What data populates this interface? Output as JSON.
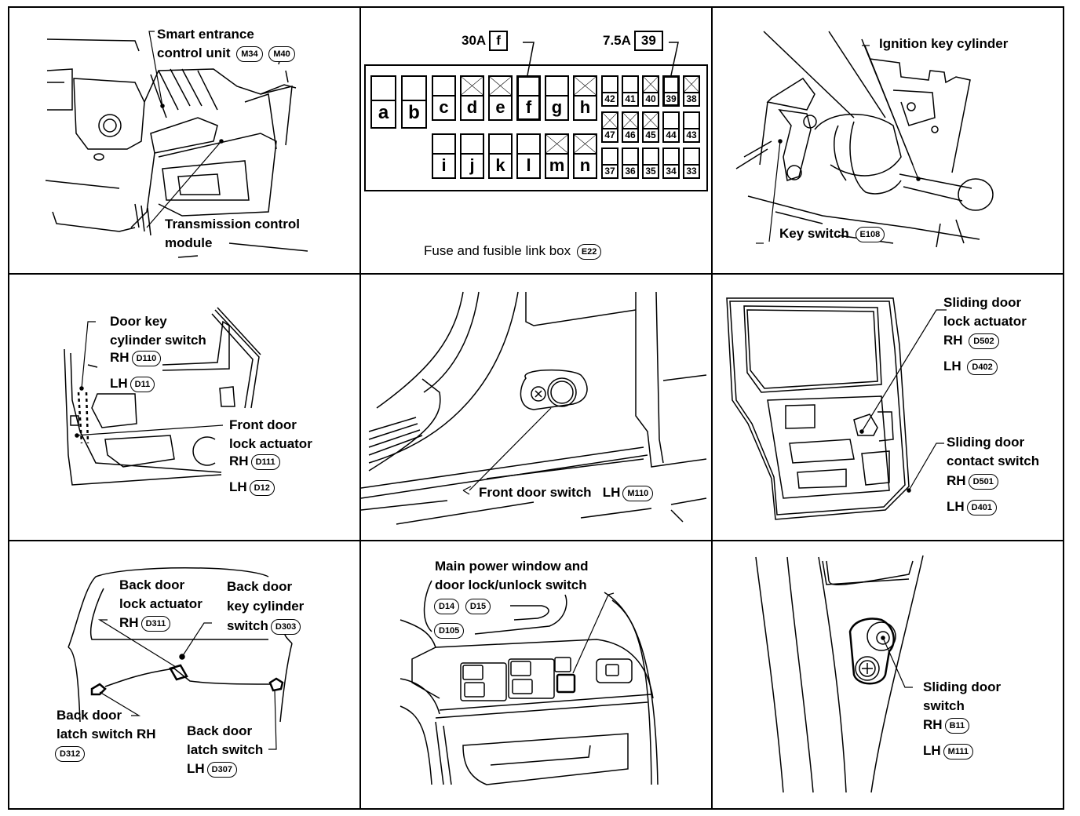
{
  "panels": {
    "p1": {
      "smart_entrance_label_1": "Smart entrance",
      "smart_entrance_label_2": "control unit",
      "smart_entrance_connectors": [
        "M34",
        "M40"
      ],
      "tcm_label_1": "Transmission control",
      "tcm_label_2": "module"
    },
    "p2": {
      "callout_f_amp": "30A",
      "callout_f_id": "f",
      "callout_39_amp": "7.5A",
      "callout_39_id": "39",
      "caption": "Fuse and fusible link box",
      "connector": "E22",
      "large_row1": [
        {
          "id": "a",
          "crossed": false,
          "highlight": false
        },
        {
          "id": "b",
          "crossed": false,
          "highlight": false
        }
      ],
      "med_row1": [
        {
          "id": "c",
          "crossed": false,
          "highlight": false
        },
        {
          "id": "d",
          "crossed": true,
          "highlight": false
        },
        {
          "id": "e",
          "crossed": true,
          "highlight": false
        },
        {
          "id": "f",
          "crossed": false,
          "highlight": true
        },
        {
          "id": "g",
          "crossed": false,
          "highlight": false
        },
        {
          "id": "h",
          "crossed": true,
          "highlight": false
        }
      ],
      "med_row2": [
        {
          "id": "i",
          "crossed": false,
          "highlight": false
        },
        {
          "id": "j",
          "crossed": false,
          "highlight": false
        },
        {
          "id": "k",
          "crossed": false,
          "highlight": false
        },
        {
          "id": "l",
          "crossed": false,
          "highlight": false
        },
        {
          "id": "m",
          "crossed": true,
          "highlight": false
        },
        {
          "id": "n",
          "crossed": true,
          "highlight": false
        }
      ],
      "small_rows": [
        [
          {
            "id": "42",
            "crossed": false,
            "highlight": false
          },
          {
            "id": "41",
            "crossed": false,
            "highlight": false
          },
          {
            "id": "40",
            "crossed": true,
            "highlight": false
          },
          {
            "id": "39",
            "crossed": false,
            "highlight": true
          },
          {
            "id": "38",
            "crossed": true,
            "highlight": false
          }
        ],
        [
          {
            "id": "47",
            "crossed": true,
            "highlight": false
          },
          {
            "id": "46",
            "crossed": true,
            "highlight": false
          },
          {
            "id": "45",
            "crossed": true,
            "highlight": false
          },
          {
            "id": "44",
            "crossed": false,
            "highlight": false
          },
          {
            "id": "43",
            "crossed": false,
            "highlight": false
          }
        ],
        [
          {
            "id": "37",
            "crossed": false,
            "highlight": false
          },
          {
            "id": "36",
            "crossed": false,
            "highlight": false
          },
          {
            "id": "35",
            "crossed": false,
            "highlight": false
          },
          {
            "id": "34",
            "crossed": false,
            "highlight": false
          },
          {
            "id": "33",
            "crossed": false,
            "highlight": false
          }
        ]
      ]
    },
    "p3": {
      "ignition_label": "Ignition key cylinder",
      "key_switch_label": "Key switch",
      "key_switch_connector": "E108"
    },
    "p4": {
      "door_key_label_1": "Door key",
      "door_key_label_2": "cylinder switch",
      "door_key_rh": "RH",
      "door_key_rh_conn": "D110",
      "door_key_lh": "LH",
      "door_key_lh_conn": "D11",
      "actuator_label_1": "Front door",
      "actuator_label_2": "lock actuator",
      "actuator_rh": "RH",
      "actuator_rh_conn": "D111",
      "actuator_lh": "LH",
      "actuator_lh_conn": "D12"
    },
    "p5": {
      "switch_label": "Front door switch",
      "side": "LH",
      "connector": "M110"
    },
    "p6": {
      "actuator_label_1": "Sliding door",
      "actuator_label_2": "lock actuator",
      "actuator_rh": "RH",
      "actuator_rh_conn": "D502",
      "actuator_lh": "LH",
      "actuator_lh_conn": "D402",
      "contact_label_1": "Sliding door",
      "contact_label_2": "contact switch",
      "contact_rh": "RH",
      "contact_rh_conn": "D501",
      "contact_lh": "LH",
      "contact_lh_conn": "D401"
    },
    "p7": {
      "lock_actuator_1": "Back door",
      "lock_actuator_2": "lock actuator",
      "lock_actuator_rh": "RH",
      "lock_actuator_conn": "D311",
      "key_cyl_1": "Back door",
      "key_cyl_2": "key cylinder",
      "key_cyl_3": "switch",
      "key_cyl_conn": "D303",
      "latch_rh_1": "Back door",
      "latch_rh_2": "latch switch RH",
      "latch_rh_conn": "D312",
      "latch_lh_1": "Back door",
      "latch_lh_2": "latch switch",
      "latch_lh_side": "LH",
      "latch_lh_conn": "D307"
    },
    "p8": {
      "label_1": "Main power window and",
      "label_2": "door lock/unlock switch",
      "connectors": [
        "D14",
        "D15",
        "D105"
      ]
    },
    "p9": {
      "label_1": "Sliding door",
      "label_2": "switch",
      "rh": "RH",
      "rh_conn": "B11",
      "lh": "LH",
      "lh_conn": "M111"
    }
  }
}
